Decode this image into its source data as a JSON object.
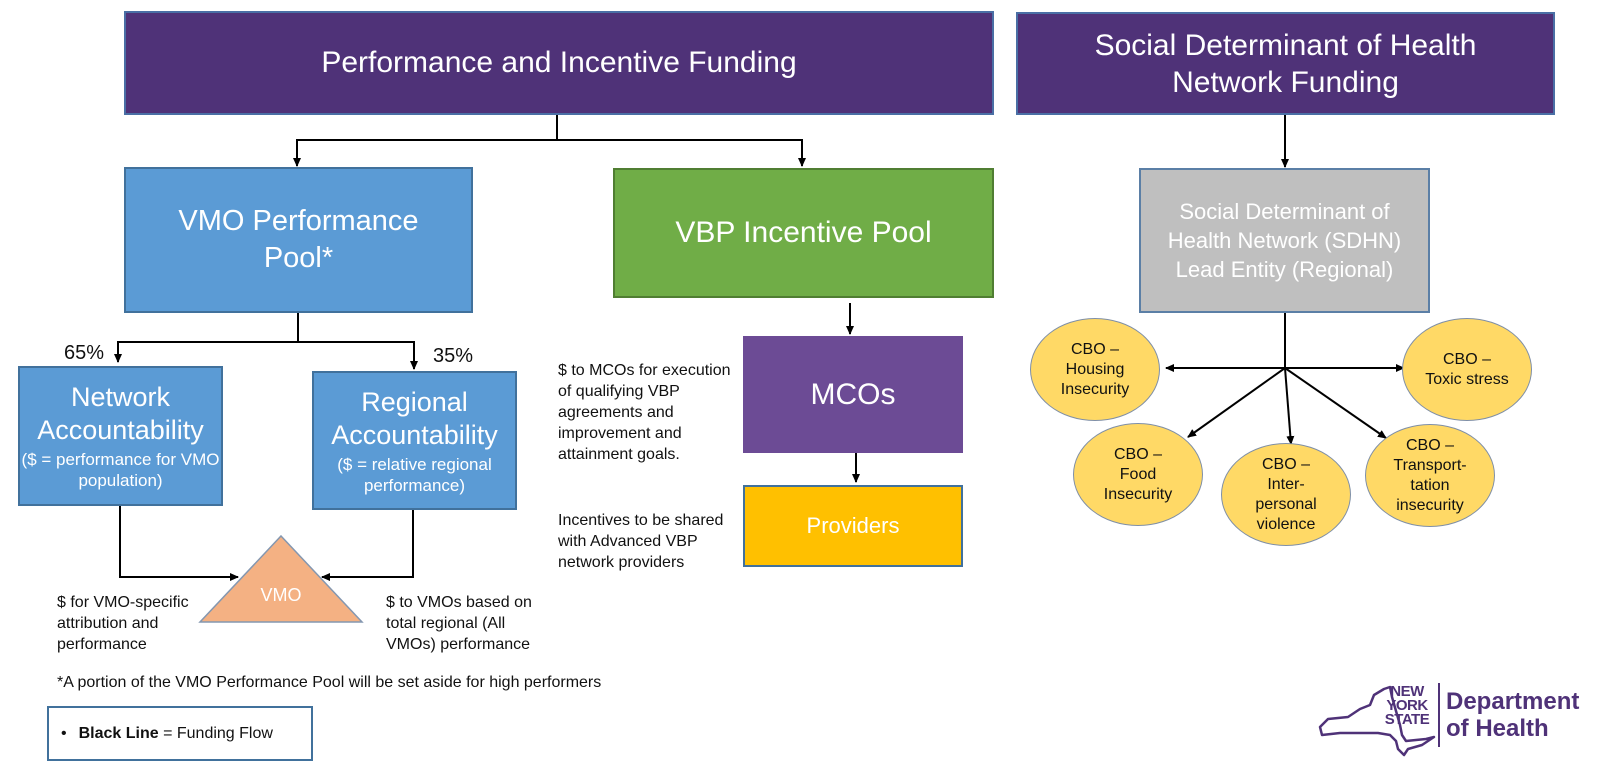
{
  "header_left": "Performance and Incentive Funding",
  "header_right": "Social Determinant of Health Network Funding",
  "vmo_pool": "VMO Performance Pool*",
  "vbp_pool": "VBP Incentive Pool",
  "sdhn_lead": "Social Determinant of Health Network (SDHN) Lead Entity (Regional)",
  "network_acc": {
    "title": "Network Accountability",
    "sub": "($ = performance for VMO population)"
  },
  "regional_acc": {
    "title": "Regional Accountability",
    "sub": "($ = relative regional performance)"
  },
  "pct_left": "65%",
  "pct_right": "35%",
  "vmo": "VMO",
  "mcos": "MCOs",
  "providers": "Providers",
  "note_mcos": "$ to MCOs for execution of qualifying VBP agreements and improvement and attainment goals.",
  "note_incentives": "Incentives to be shared with Advanced VBP network providers",
  "note_vmo_specific": "$ for VMO-specific attribution and performance",
  "note_vmos_regional": "$ to VMOs based on total regional (All VMOs) performance",
  "footnote": "*A portion of the VMO Performance Pool will be set aside for high performers",
  "legend": {
    "bullet": "•",
    "bold": "Black Line",
    "rest": " = Funding Flow"
  },
  "cbos": {
    "housing": "CBO –\nHousing\nInsecurity",
    "toxic": "CBO –\nToxic stress",
    "food": "CBO –\nFood\nInsecurity",
    "interpersonal": "CBO –\nInter-\npersonal\nviolence",
    "transport": "CBO –\nTransport-\ntation\ninsecurity"
  },
  "logo": {
    "line1": "NEW",
    "line2": "YORK",
    "line3": "STATE",
    "dept1": "Department",
    "dept2": "of Health"
  },
  "colors": {
    "header_purple": "#4f3278",
    "blue": "#5b9bd5",
    "green": "#70ad47",
    "mcos_purple": "#6c4b95",
    "providers_gold": "#ffc000",
    "gray": "#bfbfbf",
    "vmo_orange": "#f4b183",
    "cbo_yellow": "#ffd966",
    "logo_purple": "#4f3278"
  }
}
